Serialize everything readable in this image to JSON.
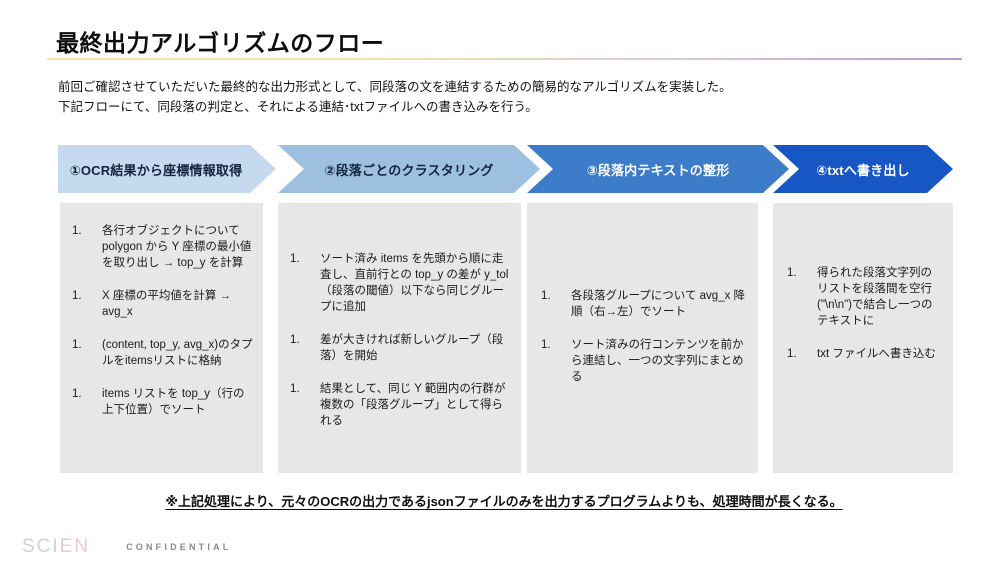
{
  "slide": {
    "title": "最終出力アルゴリズムのフロー",
    "lead_lines": [
      "前回ご確認させていただいた最終的な出力形式として、同段落の文を連結するための簡易的なアルゴリズムを実装した。",
      "下記フローにて、同段落の判定と、それによる連結･txtファイルへの書き込みを行う。"
    ],
    "bottom_note": "※上記処理により、元々のOCRの出力であるjsonファイルのみを出力するプログラムよりも、処理時間が長くなる。"
  },
  "flow": {
    "steps": [
      {
        "label": "①OCR結果から座標情報取得",
        "color": "#c5d9ef",
        "text_color": "#11233d",
        "items": [
          {
            "num": "1.",
            "text": "各行オブジェクトについて polygon から Y 座標の最小値を取り出し → top_y を計算"
          },
          {
            "num": "1.",
            "text": "X 座標の平均値を計算 → avg_x"
          },
          {
            "num": "1.",
            "text": "(content, top_y, avg_x)のタプルをitemsリストに格納"
          },
          {
            "num": "1.",
            "text": "items リストを top_y（行の上下位置）でソート"
          }
        ]
      },
      {
        "label": "②段落ごとのクラスタリング",
        "color": "#9dbfe0",
        "text_color": "#11233d",
        "items": [
          {
            "num": "1.",
            "text": "ソート済み items を先頭から順に走査し、直前行との top_y の差が y_tol（段落の閾値）以下なら同じグループに追加"
          },
          {
            "num": "1.",
            "text": "差が大きければ新しいグループ（段落）を開始"
          },
          {
            "num": "1.",
            "text": "結果として、同じ Y 範囲内の行群が複数の「段落グループ」として得られる"
          }
        ]
      },
      {
        "label": "③段落内テキストの整形",
        "color": "#3d7cc9",
        "text_color": "#ffffff",
        "items": [
          {
            "num": "1.",
            "text": "各段落グループについて avg_x 降順（右→左）でソート"
          },
          {
            "num": "1.",
            "text": "ソート済みの行コンテンツを前から連結し、一つの文字列にまとめる"
          }
        ]
      },
      {
        "label": "④txtへ書き出し",
        "color": "#1757c4",
        "text_color": "#ffffff",
        "items": [
          {
            "num": "1.",
            "text": "得られた段落文字列のリストを段落間を空行(\"\\n\\n\")で結合し一つのテキストに"
          },
          {
            "num": "1.",
            "text": "txt ファイルへ書き込む"
          }
        ]
      }
    ]
  },
  "footer": {
    "logo": "SCIEN",
    "confidential": "CONFIDENTIAL"
  },
  "theme": {
    "box_background": "#e7e7e7",
    "rule_gradient_start": "#f2e6a8",
    "rule_gradient_end": "#b49ac9"
  }
}
